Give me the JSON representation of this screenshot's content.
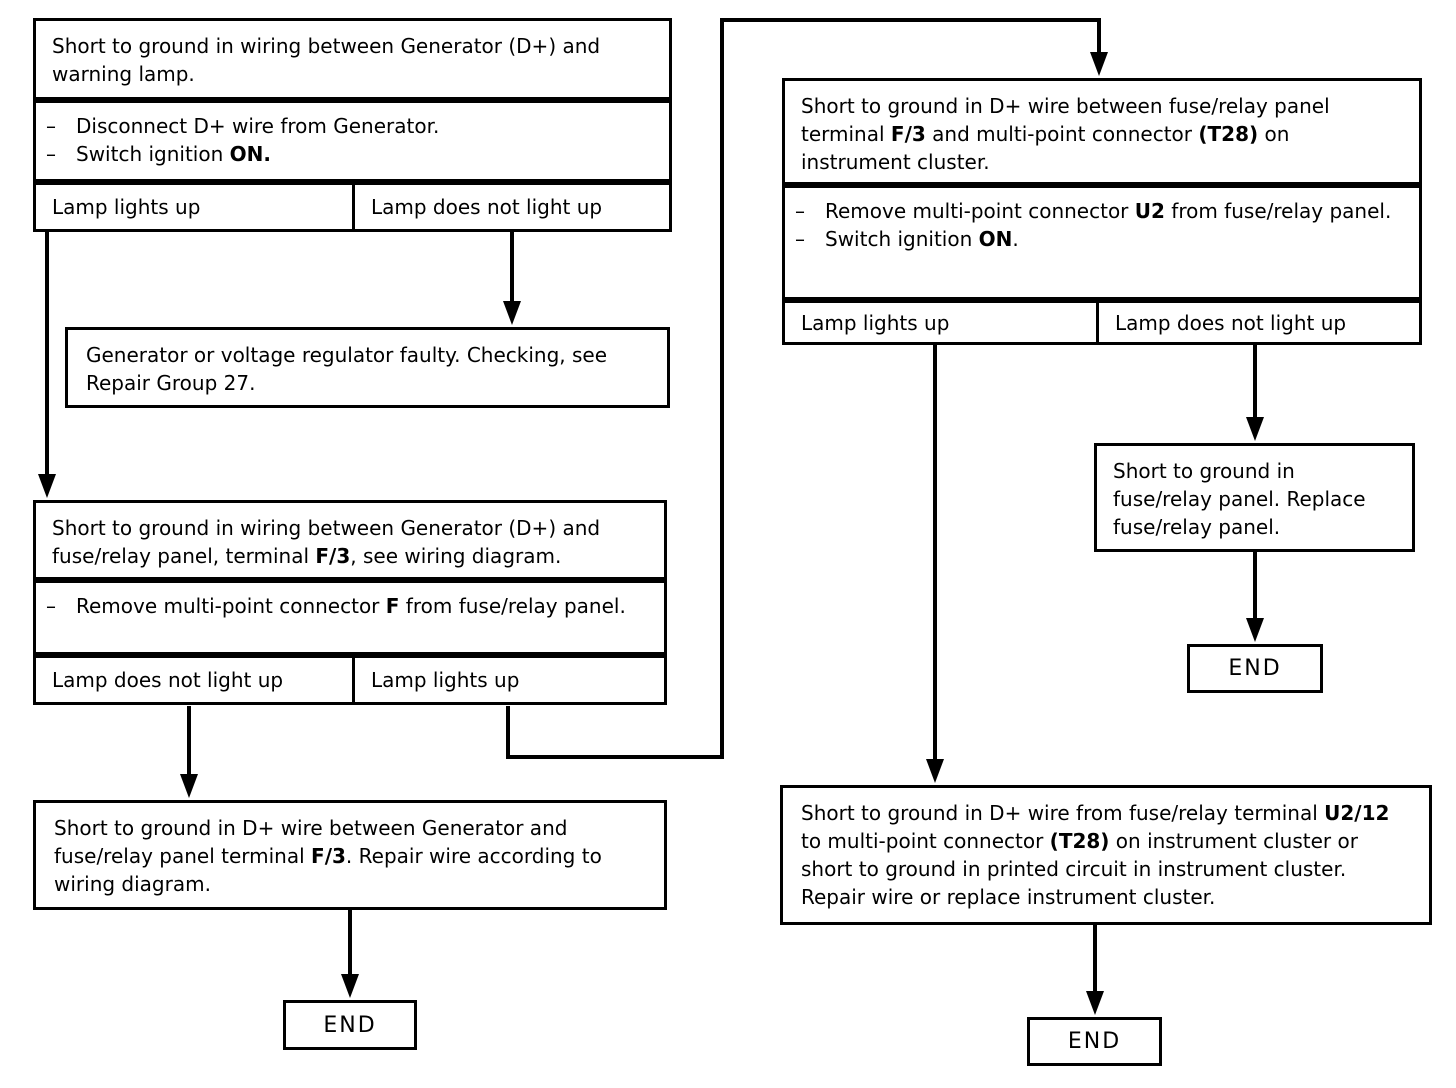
{
  "colors": {
    "background": "#ffffff",
    "ink": "#000000"
  },
  "diagram_type": "troubleshooting-flowchart",
  "nodes": {
    "n1": {
      "title_runs": [
        {
          "t": "Short to ground in wiring between Generator (D+) and warning lamp."
        }
      ],
      "actions": [
        {
          "marker": "–",
          "runs": [
            {
              "t": "Disconnect D+ wire from Generator."
            }
          ]
        },
        {
          "marker": "–",
          "runs": [
            {
              "t": "Switch ignition "
            },
            {
              "t": "ON.",
              "b": true
            }
          ]
        }
      ],
      "results": {
        "left": "Lamp lights up",
        "right": "Lamp does not light up"
      }
    },
    "n2_fault": {
      "text_runs": [
        {
          "t": "Generator or voltage regulator faulty. Checking, see Repair Group 27."
        }
      ]
    },
    "n3": {
      "title_runs": [
        {
          "t": "Short to ground in wiring between Generator (D+) and fuse/relay panel, terminal "
        },
        {
          "t": "F/3",
          "b": true
        },
        {
          "t": ", see wiring diagram."
        }
      ],
      "actions": [
        {
          "marker": "–",
          "runs": [
            {
              "t": "Remove multi-point connector "
            },
            {
              "t": "F",
              "b": true
            },
            {
              "t": " from fuse/relay panel."
            }
          ]
        }
      ],
      "results": {
        "left": "Lamp does not light up",
        "right": "Lamp lights up"
      }
    },
    "n4_repair_wire": {
      "text_runs": [
        {
          "t": "Short to ground in D+ wire between Generator and fuse/relay panel terminal "
        },
        {
          "t": "F/3",
          "b": true
        },
        {
          "t": ". Repair wire according to wiring diagram."
        }
      ]
    },
    "end_left": {
      "label": "END"
    },
    "r1": {
      "title_runs": [
        {
          "t": "Short to ground in D+ wire between fuse/relay panel terminal "
        },
        {
          "t": "F/3",
          "b": true
        },
        {
          "t": " and multi-point connector "
        },
        {
          "t": "(T28)",
          "b": true
        },
        {
          "t": " on instrument cluster."
        }
      ],
      "actions": [
        {
          "marker": "–",
          "runs": [
            {
              "t": "Remove multi-point connector "
            },
            {
              "t": "U2",
              "b": true
            },
            {
              "t": " from fuse/relay panel."
            }
          ]
        },
        {
          "marker": "–",
          "runs": [
            {
              "t": "Switch ignition "
            },
            {
              "t": "ON",
              "b": true
            },
            {
              "t": "."
            }
          ]
        }
      ],
      "results": {
        "left": "Lamp lights up",
        "right": "Lamp does not light up"
      }
    },
    "r2_replace_panel": {
      "text_runs": [
        {
          "t": "Short to ground in fuse/relay panel. Replace fuse/relay panel."
        }
      ]
    },
    "end_mid": {
      "label": "END"
    },
    "r3_repair": {
      "text_runs": [
        {
          "t": "Short to ground in D+ wire from fuse/relay terminal "
        },
        {
          "t": "U2/12",
          "b": true
        },
        {
          "t": " to multi-point connector "
        },
        {
          "t": "(T28)",
          "b": true
        },
        {
          "t": " on instrument cluster or short to ground in printed circuit in instrument cluster. Repair wire or replace instrument cluster."
        }
      ]
    },
    "end_right": {
      "label": "END"
    }
  }
}
